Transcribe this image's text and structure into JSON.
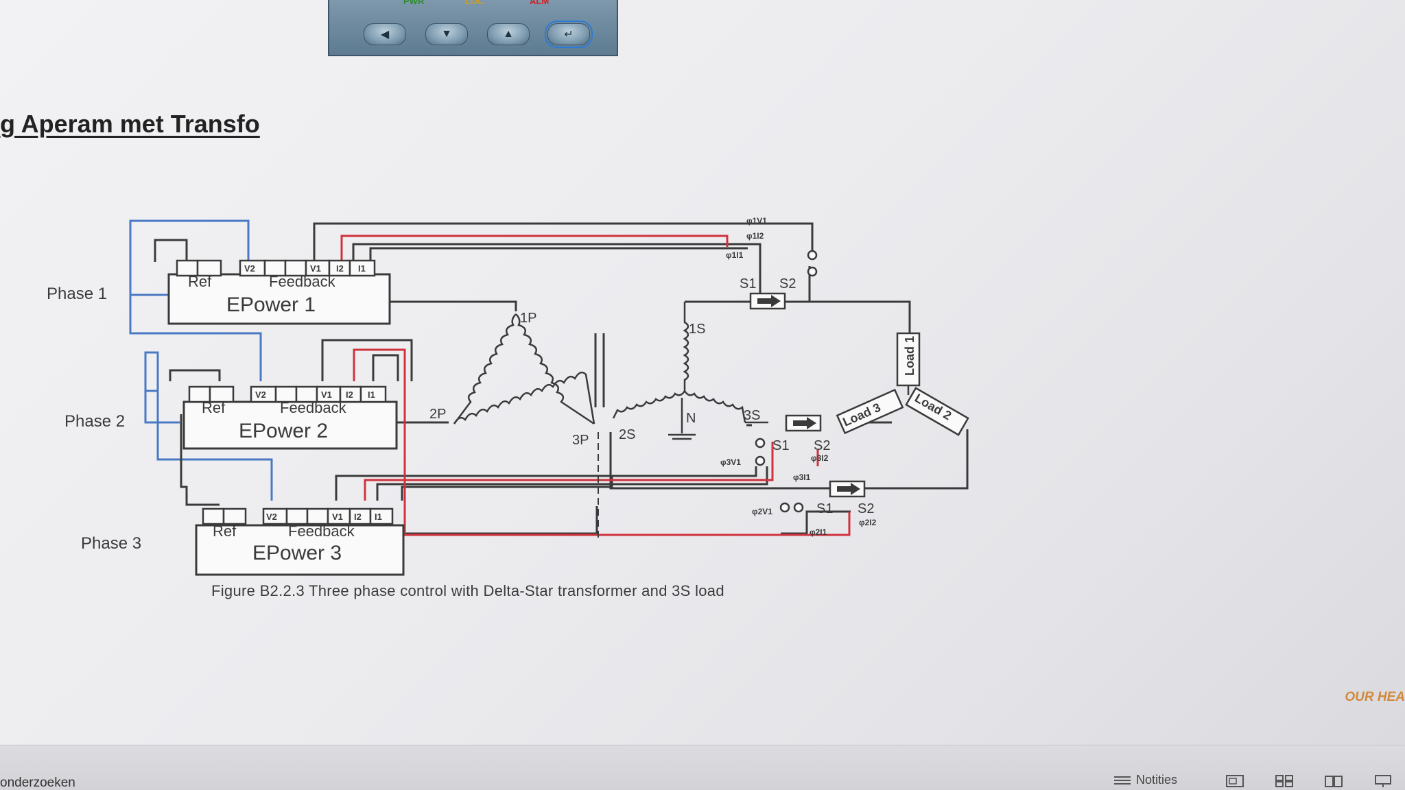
{
  "device": {
    "led_pwr": "PWR",
    "led_loc": "LOC",
    "led_alm": "ALM",
    "buttons": [
      "left-arrow",
      "down-arrow",
      "up-arrow",
      "enter-arrow"
    ]
  },
  "document": {
    "heading": "g Aperam met Transfo",
    "caption": "Figure B2.2.3  Three phase control with Delta-Star transformer and 3S load",
    "side_promo": "OUR HEA"
  },
  "diagram": {
    "phases": [
      "Phase 1",
      "Phase 2",
      "Phase 3"
    ],
    "units": [
      "EPower 1",
      "EPower 2",
      "EPower 3"
    ],
    "ref_label": "Ref",
    "feedback_label": "Feedback",
    "terminals": [
      "V2",
      "V1",
      "I2",
      "I1"
    ],
    "primary": [
      "1P",
      "2P",
      "3P"
    ],
    "secondary": [
      "1S",
      "2S",
      "3S"
    ],
    "neutral": "N",
    "loads": [
      "Load 1",
      "Load 2",
      "Load 3"
    ],
    "ct_labels": [
      "S1",
      "S2"
    ],
    "signals": [
      "φ1V1",
      "φ1I2",
      "φ1I1",
      "φ3V1",
      "φ3I2",
      "φ3I1",
      "φ2V1",
      "φ2I2",
      "φ2I1"
    ]
  },
  "colors": {
    "blue_wire": "#4a78c4",
    "red_wire": "#d0323c",
    "dark_wire": "#3a3a3a"
  },
  "statusbar": {
    "search_text": "onderzoeken",
    "notes_label": "Notities"
  }
}
